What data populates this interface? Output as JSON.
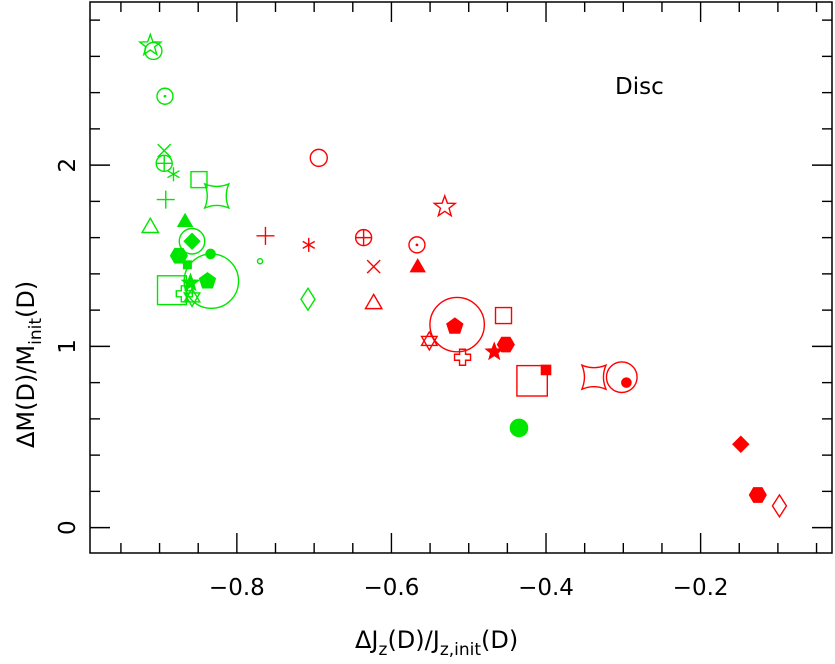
{
  "chart_data": {
    "type": "scatter",
    "title": "",
    "annotation": "Disc",
    "xlabel": {
      "main": "ΔJ",
      "sub1": "z",
      "mid": "(D)/J",
      "sub2": "z,init",
      "tail": "(D)"
    },
    "ylabel": {
      "main": "ΔM(D)/M",
      "sub": "init",
      "tail": "(D)"
    },
    "xlim": [
      -0.99,
      -0.03
    ],
    "ylim": [
      -0.14,
      2.9
    ],
    "xticks_major": [
      -0.8,
      -0.6,
      -0.4,
      -0.2
    ],
    "xtick_labels": [
      "−0.8",
      "−0.6",
      "−0.4",
      "−0.2"
    ],
    "yticks_major": [
      0,
      1,
      2
    ],
    "ytick_labels": [
      "0",
      "1",
      "2"
    ],
    "grid": false,
    "legend": "none",
    "colors": {
      "green": "#00e600",
      "red": "#ff0000"
    },
    "points": [
      {
        "x": -0.912,
        "y": 2.66,
        "marker": "star-open",
        "color": "green"
      },
      {
        "x": -0.908,
        "y": 2.63,
        "marker": "circle-open",
        "color": "green",
        "size": 1
      },
      {
        "x": -0.893,
        "y": 2.38,
        "marker": "circle-dot",
        "color": "green"
      },
      {
        "x": -0.894,
        "y": 2.08,
        "marker": "cross-x",
        "color": "green"
      },
      {
        "x": -0.894,
        "y": 2.01,
        "marker": "circle-plus",
        "color": "green"
      },
      {
        "x": -0.882,
        "y": 1.95,
        "marker": "asterisk",
        "color": "green"
      },
      {
        "x": -0.892,
        "y": 1.81,
        "marker": "plus",
        "color": "green"
      },
      {
        "x": -0.849,
        "y": 1.92,
        "marker": "square-open",
        "color": "green",
        "size": 1
      },
      {
        "x": -0.826,
        "y": 1.83,
        "marker": "curved-square",
        "color": "green"
      },
      {
        "x": -0.912,
        "y": 1.66,
        "marker": "triangle-open",
        "color": "green"
      },
      {
        "x": -0.867,
        "y": 1.69,
        "marker": "triangle-filled",
        "color": "green"
      },
      {
        "x": -0.858,
        "y": 1.58,
        "marker": "circle-open",
        "color": "green",
        "size": 1.5
      },
      {
        "x": -0.858,
        "y": 1.58,
        "marker": "diamond-filled",
        "color": "green"
      },
      {
        "x": -0.834,
        "y": 1.51,
        "marker": "circle-filled",
        "color": "green",
        "size": 0.6
      },
      {
        "x": -0.875,
        "y": 1.5,
        "marker": "hexagon-filled",
        "color": "green"
      },
      {
        "x": -0.77,
        "y": 1.47,
        "marker": "circle-open",
        "color": "green",
        "size": 0.3
      },
      {
        "x": -0.864,
        "y": 1.45,
        "marker": "square-filled",
        "color": "green",
        "size": 0.5
      },
      {
        "x": -0.833,
        "y": 1.36,
        "marker": "circle-open",
        "color": "green",
        "size": 3.2
      },
      {
        "x": -0.838,
        "y": 1.36,
        "marker": "pentagon-filled",
        "color": "green"
      },
      {
        "x": -0.86,
        "y": 1.35,
        "marker": "star-filled",
        "color": "green"
      },
      {
        "x": -0.858,
        "y": 1.27,
        "marker": "hexagram",
        "color": "green"
      },
      {
        "x": -0.868,
        "y": 1.29,
        "marker": "plus-open",
        "color": "green"
      },
      {
        "x": -0.884,
        "y": 1.31,
        "marker": "square-open",
        "color": "green",
        "size": 1.8
      },
      {
        "x": -0.708,
        "y": 1.26,
        "marker": "diamond-open",
        "color": "green"
      },
      {
        "x": -0.435,
        "y": 0.55,
        "marker": "circle-filled",
        "color": "green",
        "size": 1.1
      },
      {
        "x": -0.694,
        "y": 2.04,
        "marker": "circle-open",
        "color": "red",
        "size": 1
      },
      {
        "x": -0.763,
        "y": 1.61,
        "marker": "plus",
        "color": "red"
      },
      {
        "x": -0.707,
        "y": 1.56,
        "marker": "asterisk",
        "color": "red"
      },
      {
        "x": -0.636,
        "y": 1.6,
        "marker": "circle-plus",
        "color": "red"
      },
      {
        "x": -0.623,
        "y": 1.44,
        "marker": "cross-x",
        "color": "red"
      },
      {
        "x": -0.623,
        "y": 1.24,
        "marker": "triangle-open",
        "color": "red"
      },
      {
        "x": -0.567,
        "y": 1.56,
        "marker": "circle-dot",
        "color": "red"
      },
      {
        "x": -0.566,
        "y": 1.44,
        "marker": "triangle-filled",
        "color": "red"
      },
      {
        "x": -0.531,
        "y": 1.77,
        "marker": "star-open",
        "color": "red"
      },
      {
        "x": -0.515,
        "y": 1.12,
        "marker": "circle-open",
        "color": "red",
        "size": 3.2
      },
      {
        "x": -0.518,
        "y": 1.11,
        "marker": "pentagon-filled",
        "color": "red"
      },
      {
        "x": -0.551,
        "y": 1.03,
        "marker": "hexagram",
        "color": "red"
      },
      {
        "x": -0.508,
        "y": 0.94,
        "marker": "plus-open",
        "color": "red"
      },
      {
        "x": -0.455,
        "y": 1.17,
        "marker": "square-open",
        "color": "red",
        "size": 1
      },
      {
        "x": -0.452,
        "y": 1.01,
        "marker": "hexagon-filled",
        "color": "red"
      },
      {
        "x": -0.467,
        "y": 0.97,
        "marker": "star-filled",
        "color": "red"
      },
      {
        "x": -0.418,
        "y": 0.81,
        "marker": "square-open",
        "color": "red",
        "size": 1.9
      },
      {
        "x": -0.4,
        "y": 0.87,
        "marker": "square-filled",
        "color": "red",
        "size": 0.6
      },
      {
        "x": -0.338,
        "y": 0.83,
        "marker": "curved-square",
        "color": "red"
      },
      {
        "x": -0.302,
        "y": 0.83,
        "marker": "circle-open",
        "color": "red",
        "size": 1.8
      },
      {
        "x": -0.296,
        "y": 0.8,
        "marker": "circle-filled",
        "color": "red",
        "size": 0.6
      },
      {
        "x": -0.148,
        "y": 0.46,
        "marker": "diamond-filled",
        "color": "red"
      },
      {
        "x": -0.126,
        "y": 0.18,
        "marker": "hexagon-filled",
        "color": "red"
      },
      {
        "x": -0.098,
        "y": 0.12,
        "marker": "diamond-open",
        "color": "red"
      }
    ]
  }
}
